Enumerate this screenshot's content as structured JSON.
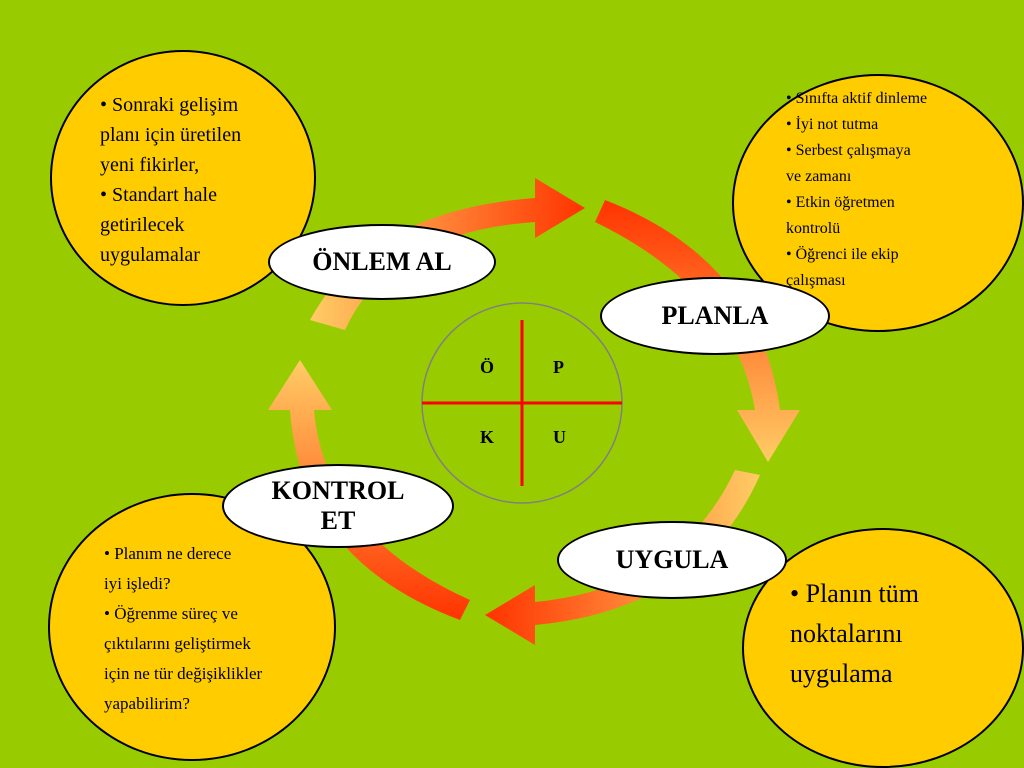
{
  "colors": {
    "background": "#99cc00",
    "circle_fill": "#ffcc00",
    "arrow_red": "#ff3300",
    "arrow_light": "#ffcc66",
    "cross_red": "#ff0000"
  },
  "stages": {
    "onlem_al": {
      "label": "ÖNLEM AL",
      "notes": [
        "Sonraki gelişim\nplanı için üretilen\nyeni fikirler,",
        "Standart hale\ngetirilecek\nuygulamalar"
      ]
    },
    "planla": {
      "label": "PLANLA",
      "notes": [
        "Sınıfta aktif dinleme",
        "İyi not tutma",
        "Serbest çalışmaya\n  ve zamanı",
        "Etkin öğretmen\n   kontrolü",
        "Öğrenci ile ekip\n   çalışması"
      ]
    },
    "uygula": {
      "label": "UYGULA",
      "notes": [
        "Planın tüm\nnoktalarını\nuygulama"
      ]
    },
    "kontrol_et": {
      "label_line1": "KONTROL",
      "label_line2": "ET",
      "notes": [
        "Planım ne derece\n iyi işledi?",
        "Öğrenme süreç ve\nçıktılarını geliştirmek\niçin ne tür değişiklikler\nyapabilirim?"
      ]
    }
  },
  "center": {
    "top_left": "Ö",
    "top_right": "P",
    "bottom_left": "K",
    "bottom_right": "U"
  }
}
